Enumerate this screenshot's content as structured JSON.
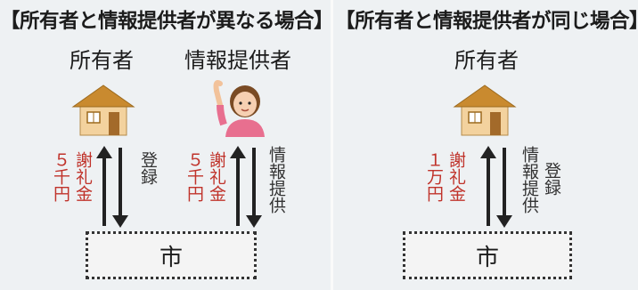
{
  "left": {
    "heading": "【所有者と情報提供者が異なる場合】",
    "owner_label": "所有者",
    "provider_label": "情報提供者",
    "owner_reward": {
      "amount": "５千円",
      "amount_cols": [
        "５",
        "千円"
      ],
      "label": "謝礼金"
    },
    "owner_action": {
      "text": "登録",
      "cols": [
        "登録"
      ]
    },
    "provider_reward": {
      "amount": "５千円",
      "amount_cols": [
        "５",
        "千円"
      ],
      "label": "謝礼金"
    },
    "provider_action": {
      "text": "情報提供",
      "cols": [
        "情報提供"
      ]
    },
    "city": "市"
  },
  "right": {
    "heading": "【所有者と情報提供者が同じ場合】",
    "owner_label": "所有者",
    "reward": {
      "amount": "１万円",
      "amount_cols": [
        "１",
        "万円"
      ],
      "label": "謝礼金"
    },
    "action": {
      "text": "情報提供 登録",
      "cols": [
        "情報提供",
        "登録"
      ]
    },
    "city": "市"
  },
  "colors": {
    "reward_red": "#c0332b",
    "house_wall": "#f3d29e",
    "house_roof": "#c98a2f",
    "arrow": "#222222"
  },
  "icons": [
    "house-icon",
    "person-raising-hand-icon",
    "bidirectional-arrow-icon"
  ]
}
